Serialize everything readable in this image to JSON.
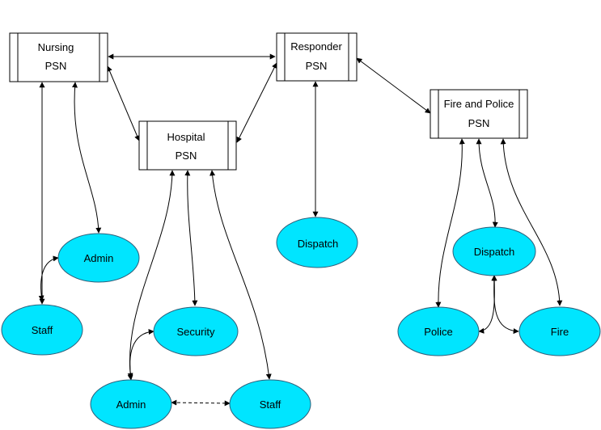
{
  "colors": {
    "ellipse_fill": "#00e5ff",
    "box_fill": "#ffffff",
    "stroke": "#000000"
  },
  "psn_boxes": {
    "nursing": {
      "line1": "Nursing",
      "line2": "PSN"
    },
    "responder": {
      "line1": "Responder",
      "line2": "PSN"
    },
    "hospital": {
      "line1": "Hospital",
      "line2": "PSN"
    },
    "fire_police": {
      "line1": "Fire and Police",
      "line2": "PSN"
    }
  },
  "nodes": {
    "nursing_admin": "Admin",
    "nursing_staff": "Staff",
    "hospital_security": "Security",
    "hospital_admin": "Admin",
    "hospital_staff": "Staff",
    "responder_dispatch": "Dispatch",
    "fp_dispatch": "Dispatch",
    "fp_police": "Police",
    "fp_fire": "Fire"
  }
}
